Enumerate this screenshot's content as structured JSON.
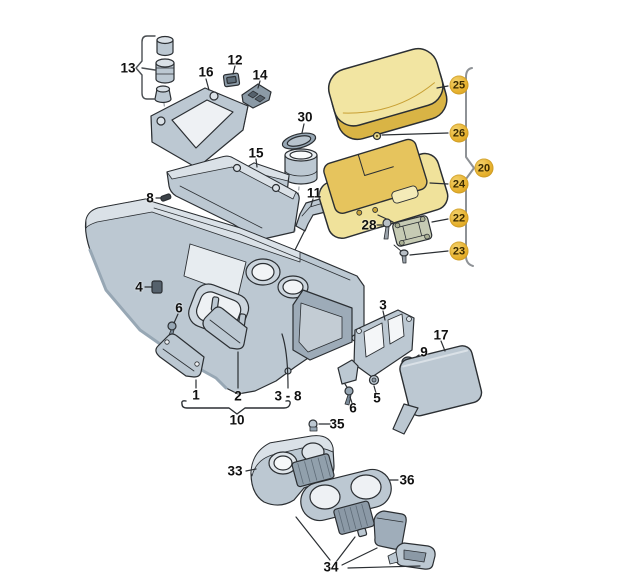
{
  "diagram": {
    "kind": "exploded-parts-diagram",
    "subject": "center console and centre armrest assembly",
    "background_color": "#ffffff"
  },
  "colors": {
    "part_fill": "#bcc8d2",
    "part_light": "#dae1e7",
    "part_dark": "#97a7b4",
    "outline": "#2b2f33",
    "highlight_light": "#f2e5a2",
    "highlight_mid": "#e6c45d",
    "highlight_dark": "#d9b445",
    "badge_fill": "#e6b02c",
    "badge_text": "#3a2a00",
    "label_text": "#101010"
  },
  "callouts": {
    "c13": {
      "label": "13"
    },
    "c16": {
      "label": "16"
    },
    "c12": {
      "label": "12"
    },
    "c14": {
      "label": "14"
    },
    "c30": {
      "label": "30"
    },
    "c15": {
      "label": "15"
    },
    "c11": {
      "label": "11"
    },
    "c8": {
      "label": "8"
    },
    "c28": {
      "label": "28"
    },
    "c4": {
      "label": "4"
    },
    "c6a": {
      "label": "6"
    },
    "c1": {
      "label": "1"
    },
    "c2": {
      "label": "2"
    },
    "c38": {
      "label": "3 - 8"
    },
    "c10": {
      "label": "10"
    },
    "c3": {
      "label": "3"
    },
    "c9": {
      "label": "9"
    },
    "c17": {
      "label": "17"
    },
    "c5": {
      "label": "5"
    },
    "c6b": {
      "label": "6"
    },
    "c33": {
      "label": "33"
    },
    "c35": {
      "label": "35"
    },
    "c36": {
      "label": "36"
    },
    "c34": {
      "label": "34"
    },
    "g25": {
      "label": "25"
    },
    "g26": {
      "label": "26"
    },
    "g20": {
      "label": "20"
    },
    "g24": {
      "label": "24"
    },
    "g22": {
      "label": "22"
    },
    "g23": {
      "label": "23"
    }
  },
  "groups": [
    {
      "label": "10",
      "members": [
        "1",
        "2",
        "3 - 8"
      ]
    },
    {
      "label": "20",
      "members": [
        "25",
        "26",
        "24",
        "22",
        "23"
      ]
    }
  ],
  "highlighted_parts": [
    "20",
    "22",
    "23",
    "24",
    "25",
    "26"
  ]
}
